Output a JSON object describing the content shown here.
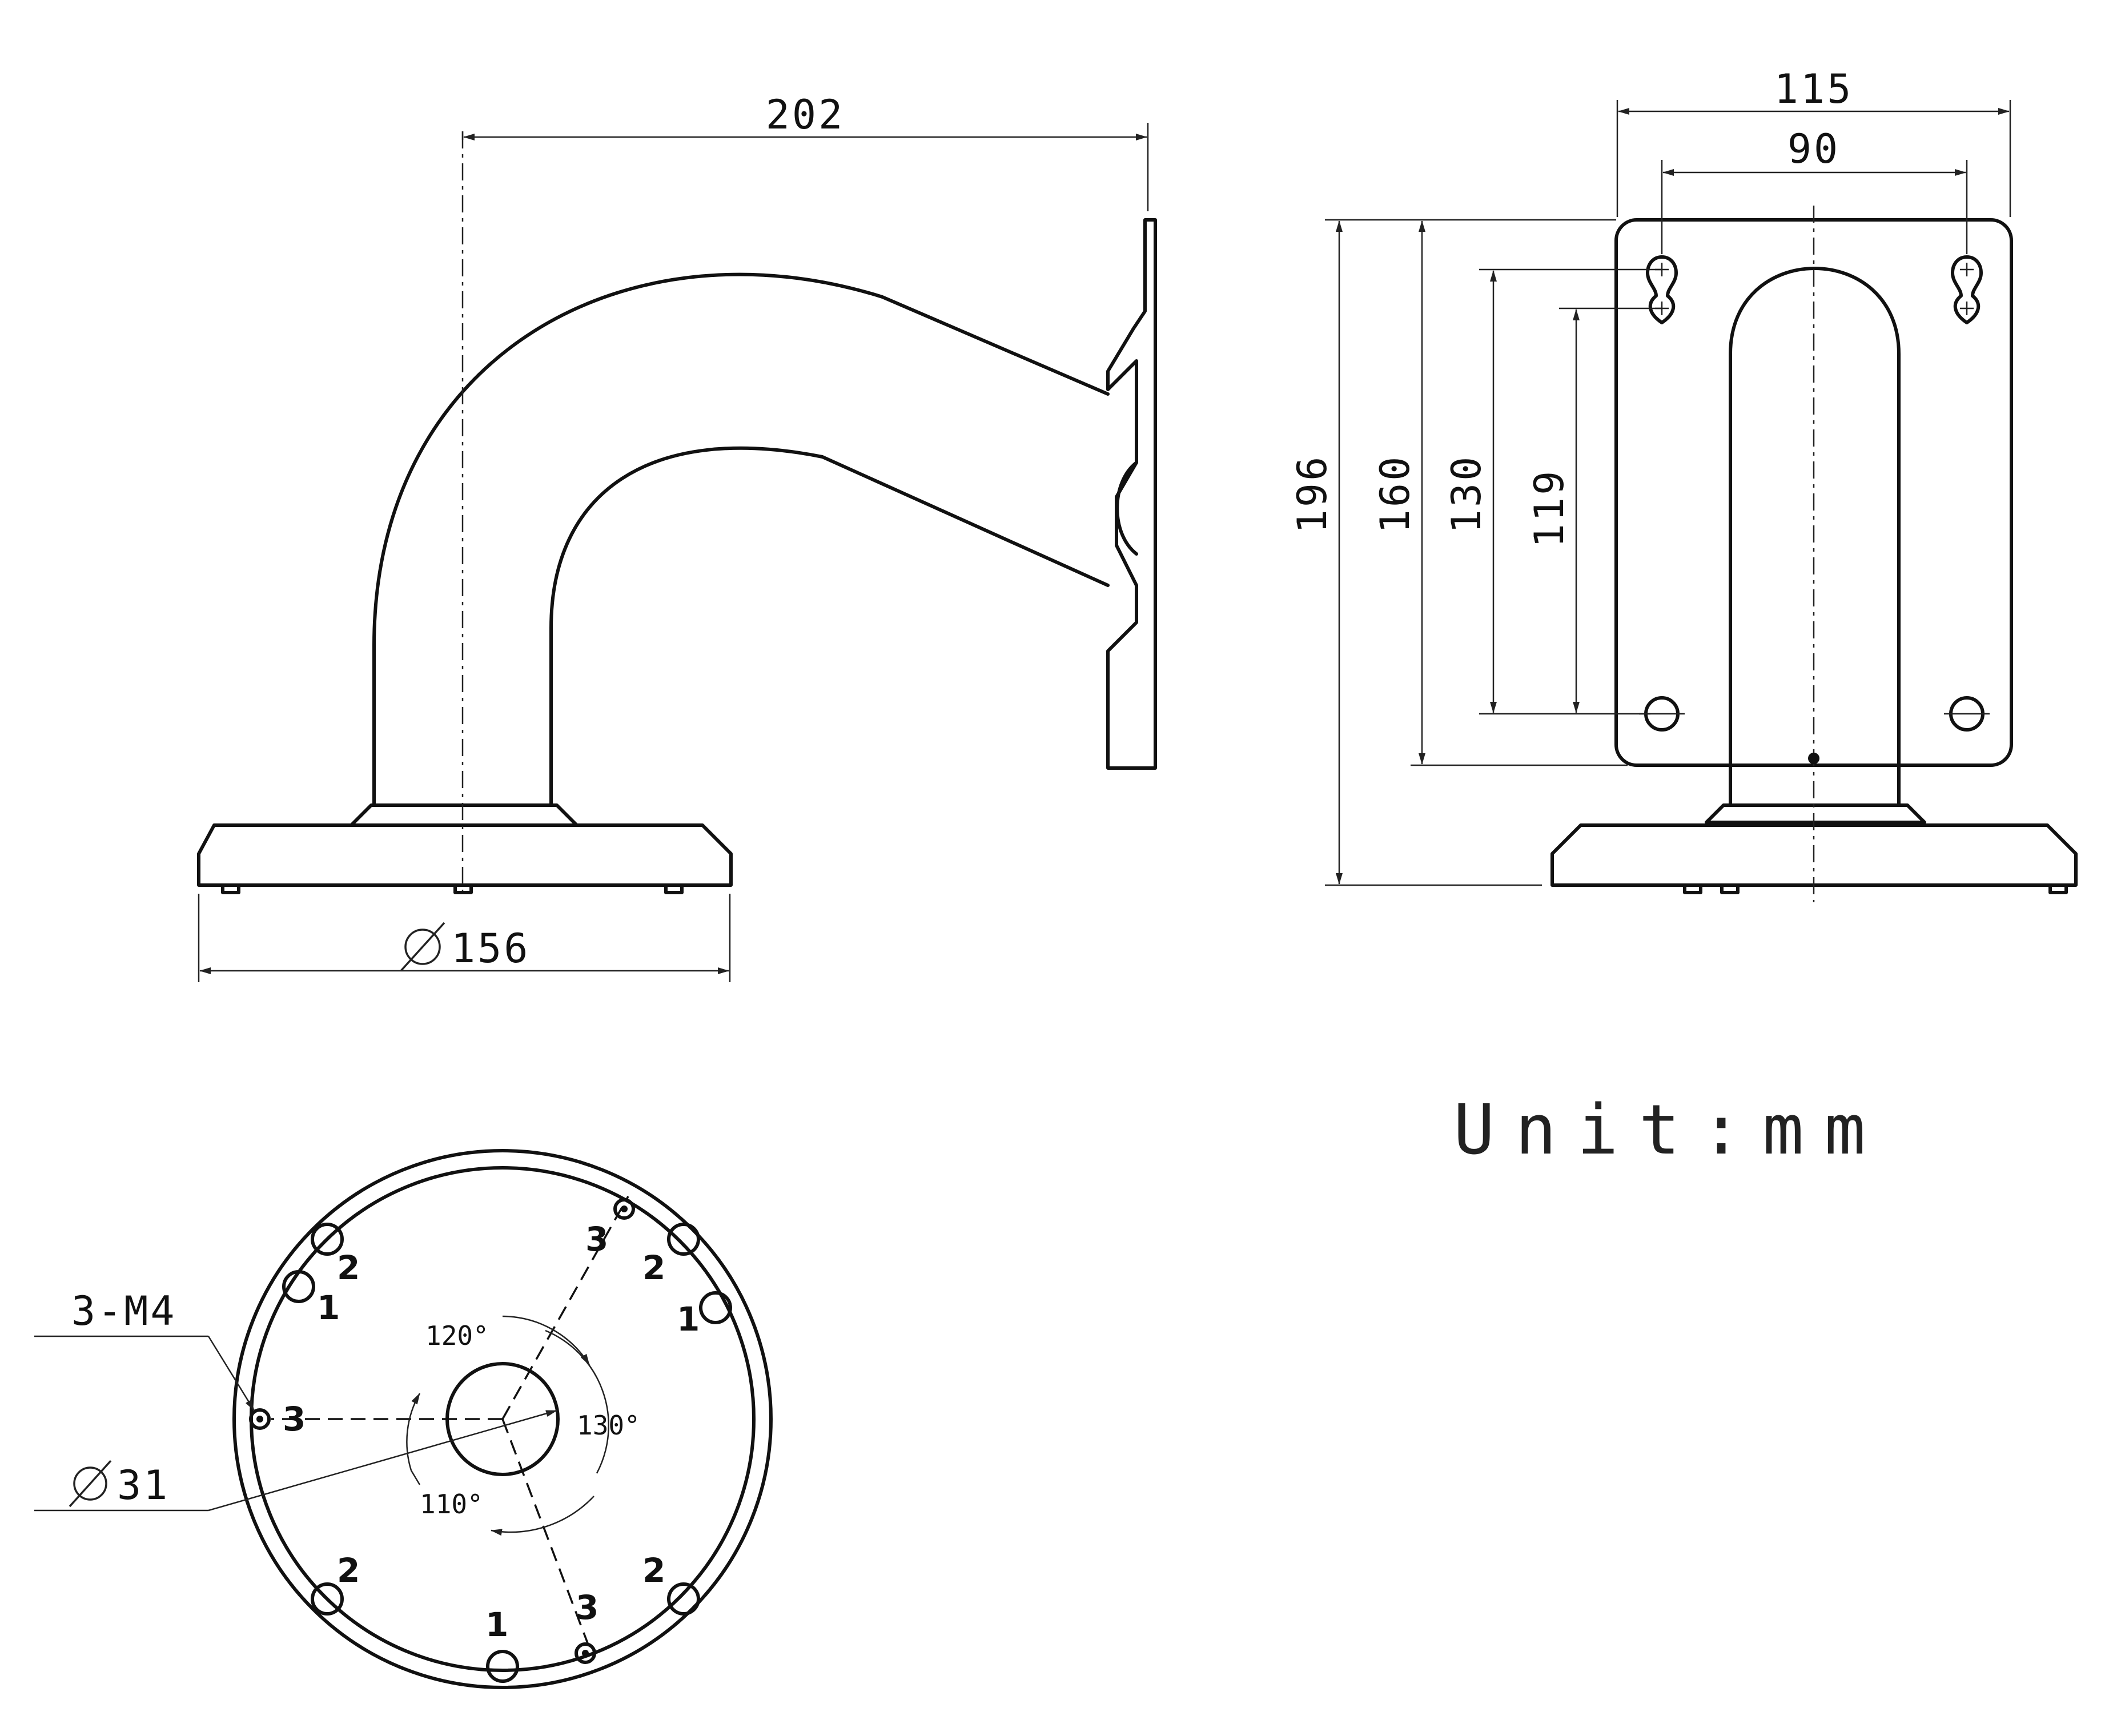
{
  "side_view": {
    "width_dim": "202",
    "base_dia_dim": "156"
  },
  "front_view": {
    "width_outer_dim": "115",
    "width_inner_dim": "90",
    "height_total_dim": "196",
    "height_plate_dim": "160",
    "hole_spacing_dim": "130",
    "hole_spacing_inner_dim": "119"
  },
  "bottom_view": {
    "thread_callout": "3-M4",
    "bore_dia_dim": "31",
    "angles": [
      "120°",
      "130°",
      "110°"
    ],
    "hole_labels": {
      "one": "1",
      "two": "2",
      "three": "3"
    }
  },
  "unit_label": "Unit:mm",
  "symbols": {
    "diameter": "diameter-symbol"
  },
  "colors": {
    "line": "#111111",
    "background": "#ffffff"
  }
}
